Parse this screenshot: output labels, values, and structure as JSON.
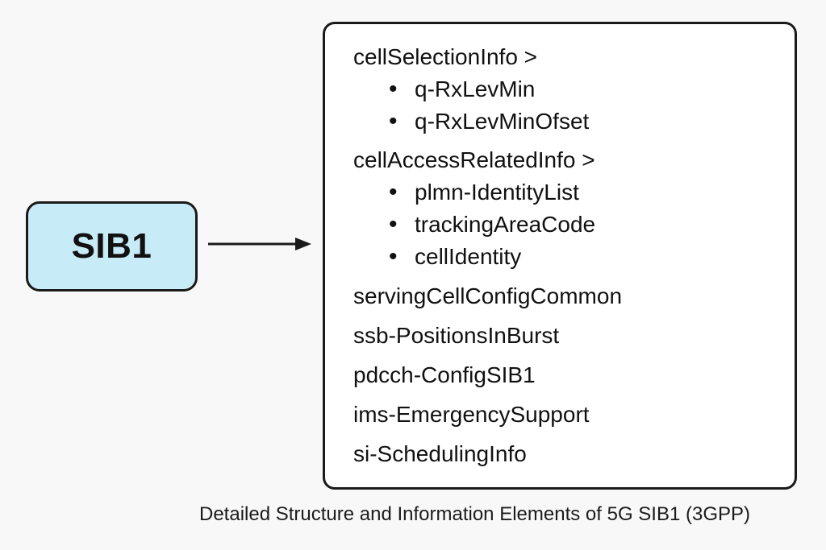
{
  "diagram": {
    "node": {
      "label": "SIB1"
    },
    "detail_box": {
      "groups": [
        {
          "header": "cellSelectionInfo >",
          "children": [
            "q-RxLevMin",
            "q-RxLevMinOfset"
          ]
        },
        {
          "header": "cellAccessRelatedInfo >",
          "children": [
            "plmn-IdentityList",
            "trackingAreaCode",
            "cellIdentity"
          ]
        }
      ],
      "items": [
        "servingCellConfigCommon",
        "ssb-PositionsInBurst",
        "pdcch-ConfigSIB1",
        "ims-EmergencySupport",
        "si-SchedulingInfo"
      ]
    },
    "caption": "Detailed Structure and Information Elements of 5G SIB1 (3GPP)"
  },
  "colors": {
    "background": "#f8f8f8",
    "node_fill": "#c8ebf8",
    "stroke": "#1a1a1a",
    "box_fill": "#ffffff",
    "text": "#111111"
  }
}
